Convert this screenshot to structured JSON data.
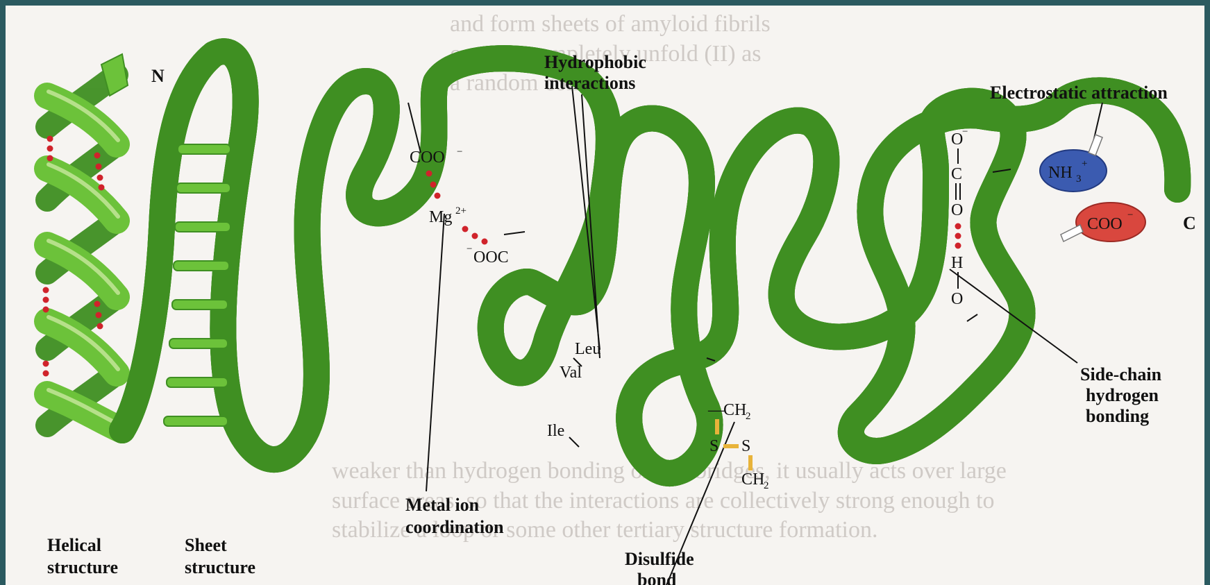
{
  "colors": {
    "background_border": "#2b5a60",
    "page": "#f6f4f1",
    "ribbon": "#6cc23a",
    "ribbon_light": "#b6e08a",
    "ribbon_dark": "#3f8f22",
    "hbond_dot": "#d0232b",
    "disulfide": "#e8b33a",
    "nh3_ion": "#3b5bb0",
    "coo_ion": "#d9473e"
  },
  "labels": {
    "n_terminus": "N",
    "c_terminus": "C",
    "helical": [
      "Helical",
      "structure"
    ],
    "sheet": [
      "Sheet",
      "structure"
    ],
    "hydrophobic": [
      "Hydrophobic",
      "interactions"
    ],
    "electrostatic": "Electrostatic attraction",
    "metal": [
      "Metal ion",
      "coordination"
    ],
    "disulfide": [
      "Disulfide",
      "bond"
    ],
    "sidechain": [
      "Side-chain",
      "hydrogen",
      "bonding"
    ]
  },
  "chemistry": {
    "coo_minus": "COO",
    "mg": "Mg",
    "mg_charge": "2+",
    "ooc": "OOC",
    "minus": "−",
    "leu": "Leu",
    "val": "Val",
    "ile": "Ile",
    "ch2": "CH",
    "sub2": "2",
    "s": "S",
    "o": "O",
    "c": "C",
    "h": "H",
    "nh3": "NH",
    "sub3": "3",
    "plus": "+",
    "coo_ion": "COO",
    "dash": "—"
  }
}
